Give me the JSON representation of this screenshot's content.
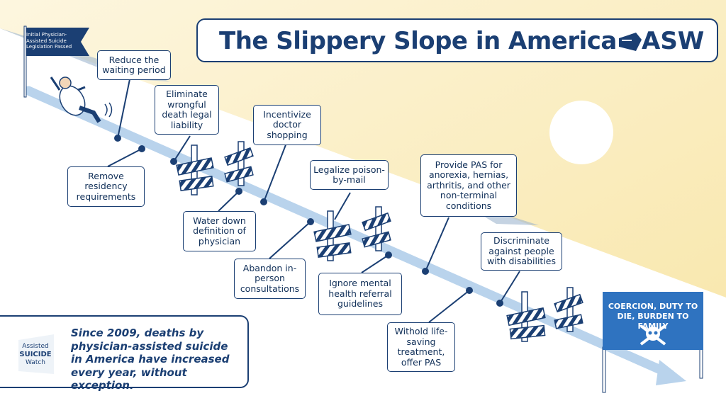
{
  "title": "The Slippery Slope in America",
  "logo_text": "ASW",
  "flag_text": "Initial Physician-Assisted Suicide Legislation Passed",
  "steps": [
    "Reduce the waiting period",
    "Remove residency requirements",
    "Eliminate wrongful death legal liability",
    "Water down definition of physician",
    "Incentivize doctor shopping",
    "Abandon in-person consultations",
    "Legalize poison-by-mail",
    "Ignore mental health referral guidelines",
    "Provide PAS for anorexia, hernias, arthritis, and other non-terminal conditions",
    "Withold life-saving treatment, offer PAS",
    "Discriminate against people with disabilities"
  ],
  "end_sign": "COERCION, DUTY TO DIE, BURDEN TO FAMILY",
  "footnote": "Since 2009, deaths by physician-assisted suicide in America have increased every year, without exception.",
  "footnote_logo": {
    "line1": "Assisted",
    "line2": "SUICIDE",
    "line3": "Watch"
  },
  "colors": {
    "navy": "#1b3f73",
    "slope": "#b9d3ec",
    "sky": "#fbf1cc",
    "sign": "#2f73c0"
  }
}
